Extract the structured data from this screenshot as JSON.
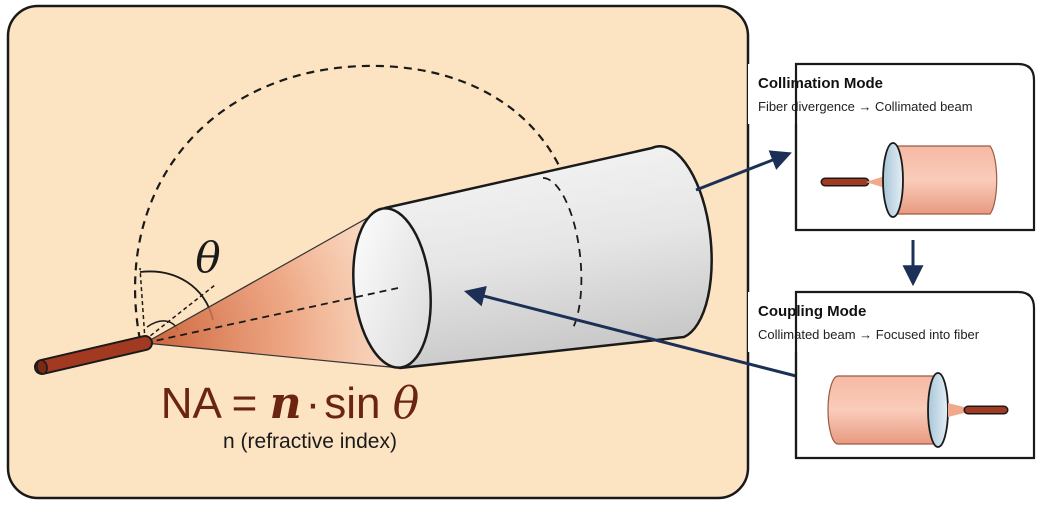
{
  "main": {
    "theta_symbol": "θ",
    "formula": {
      "lhs": "NA = ",
      "n": "n",
      "dot": "·",
      "sin": "sin ",
      "theta": "θ"
    },
    "caption": "n (refractive index)"
  },
  "collimation": {
    "title": "Collimation Mode",
    "subtitle": "Fiber divergence → Collimated beam"
  },
  "coupling": {
    "title": "Coupling Mode",
    "subtitle": "Collimated beam → Focused into fiber"
  },
  "colors": {
    "panel_bg": "#fce3c2",
    "fiber": "#a23a22",
    "beam": "#e07a4f",
    "formula": "#6b2410",
    "arrow": "#1c3057",
    "cylinder": "#eeeeee"
  }
}
